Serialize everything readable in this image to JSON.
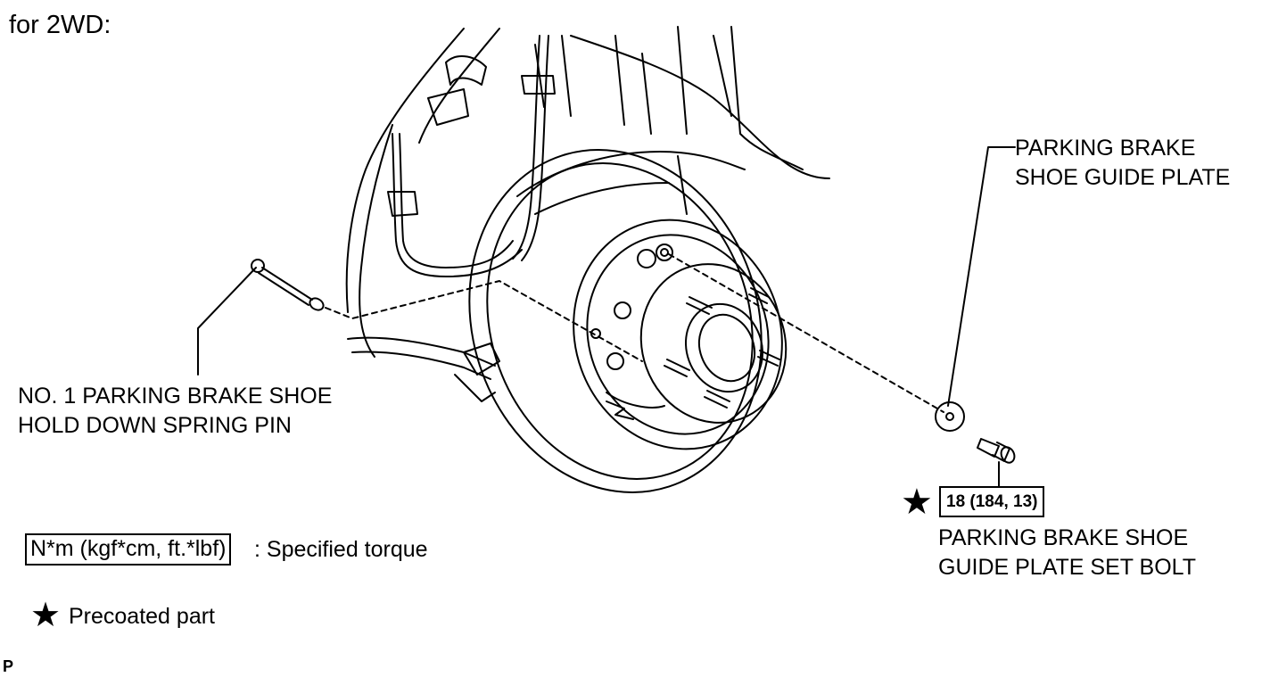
{
  "title": "for 2WD:",
  "callouts": {
    "guide_plate": [
      "PARKING BRAKE",
      "SHOE GUIDE PLATE"
    ],
    "hold_down_pin": [
      "NO. 1 PARKING BRAKE SHOE",
      "HOLD DOWN SPRING PIN"
    ],
    "set_bolt": [
      "PARKING BRAKE SHOE",
      "GUIDE PLATE SET BOLT"
    ]
  },
  "torque": {
    "value": "18 (184, 13)",
    "precoated_icon": "star-icon"
  },
  "legend": {
    "torque_units": "N*m (kgf*cm, ft.*lbf)",
    "torque_text": ": Specified torque",
    "precoat_icon": "star-icon",
    "precoat_text": "Precoated part"
  },
  "corner_mark": "P"
}
